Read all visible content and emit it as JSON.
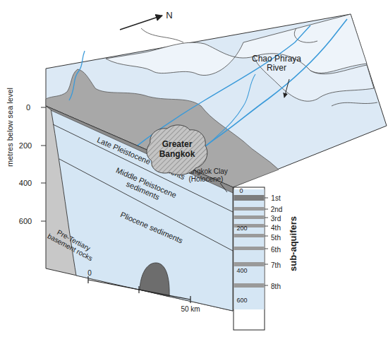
{
  "diagram": {
    "nodes": [
      {
        "text": [
          "Greater Bangkok"
        ]
      }
    ],
    "labels": [
      "N",
      "metres below sea level",
      "0",
      "200",
      "400",
      "600",
      "Chao Phraya River",
      "Late Pleistocene sediments",
      "Middle Pleistocene sediments",
      "Bangkok Clay (Holocene)",
      "Pliocene sediments",
      "Pre-Tertiary basement rocks",
      "0",
      "50 km",
      "0",
      "200",
      "400",
      "600",
      "1st",
      "2nd",
      "3rd",
      "4th",
      "5th",
      "6th",
      "7th",
      "8th",
      "sub-aquifers"
    ]
  }
}
